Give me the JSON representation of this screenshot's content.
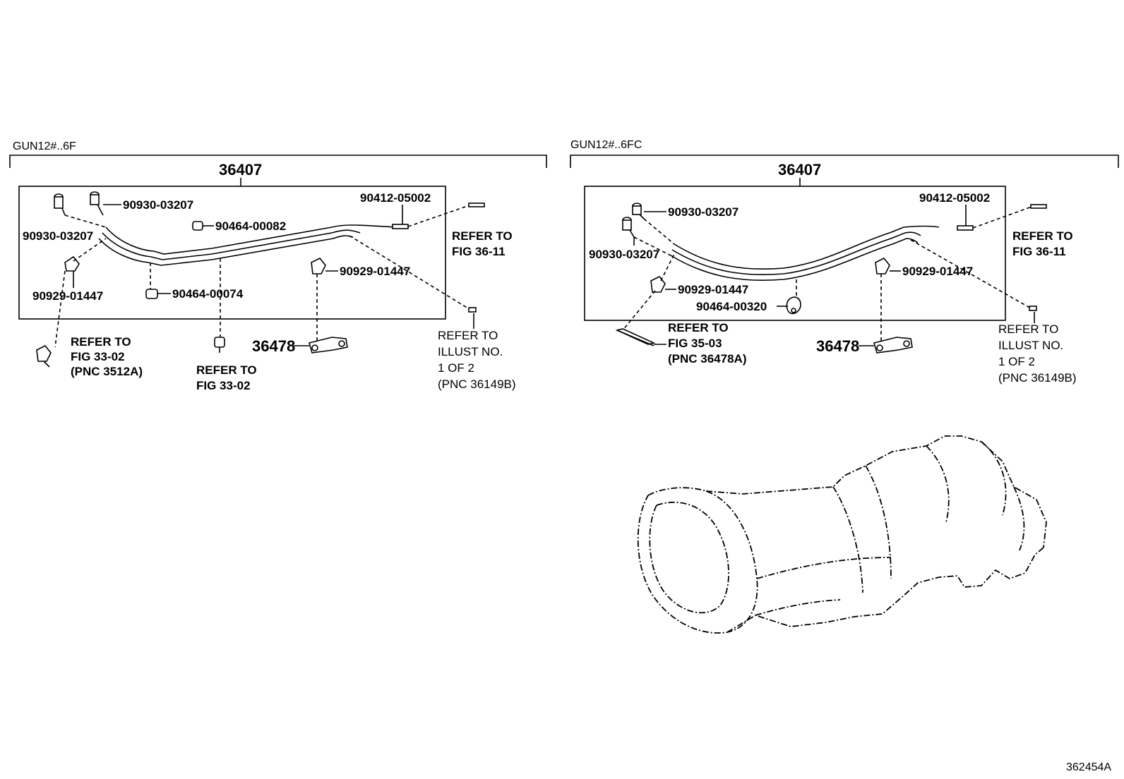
{
  "figure_id": "362454A",
  "left": {
    "variant": "GUN12#..6F",
    "assembly": "36407",
    "labels": {
      "union_bolt_a": "90930-03207",
      "union_bolt_b": "90930-03207",
      "clamp_a": "90464-00082",
      "clamp_b": "90464-00074",
      "bolt": "90412-05002",
      "clip_a": "90929-01447",
      "clip_b": "90929-01447",
      "bracket": "36478"
    },
    "refs": {
      "fig_36_11": [
        "REFER TO",
        "FIG 36-11"
      ],
      "fig_33_02_a": [
        "REFER TO",
        "FIG 33-02",
        "(PNC 3512A)"
      ],
      "fig_33_02_b": [
        "REFER TO",
        "FIG 33-02"
      ],
      "illust": [
        "REFER TO",
        "ILLUST NO.",
        "1 OF 2",
        "(PNC 36149B)"
      ]
    }
  },
  "right": {
    "variant": "GUN12#..6FC",
    "assembly": "36407",
    "labels": {
      "union_bolt_a": "90930-03207",
      "union_bolt_b": "90930-03207",
      "bolt": "90412-05002",
      "clip_a": "90929-01447",
      "clip_b": "90929-01447",
      "clamp": "90464-00320",
      "bracket": "36478"
    },
    "refs": {
      "fig_36_11": [
        "REFER TO",
        "FIG 36-11"
      ],
      "fig_35_03": [
        "REFER TO",
        "FIG 35-03",
        "(PNC 36478A)"
      ],
      "illust": [
        "REFER TO",
        "ILLUST NO.",
        "1 OF 2",
        "(PNC 36149B)"
      ]
    }
  }
}
